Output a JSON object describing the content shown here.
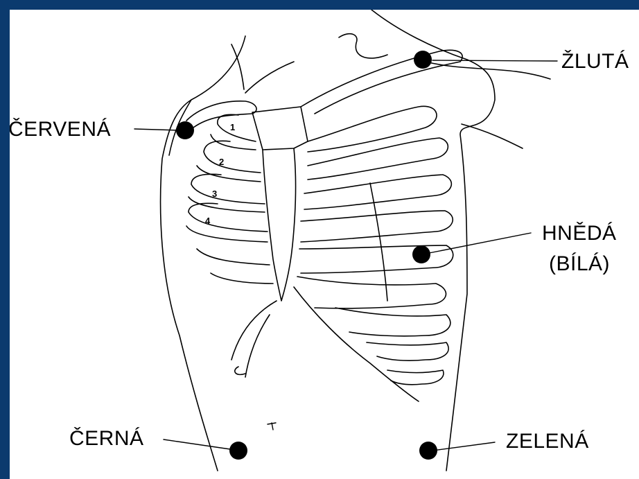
{
  "colors": {
    "border": "#0b3a6e",
    "background": "#ffffff",
    "ink": "#000000",
    "electrode": "#000000"
  },
  "labels": {
    "yellow": "ŽLUTÁ",
    "red": "ČERVENÁ",
    "brown": "HNĚDÁ",
    "white": "(BÍLÁ)",
    "black": "ČERNÁ",
    "green": "ZELENÁ"
  },
  "rib_numbers": [
    "1",
    "2",
    "3",
    "4"
  ]
}
